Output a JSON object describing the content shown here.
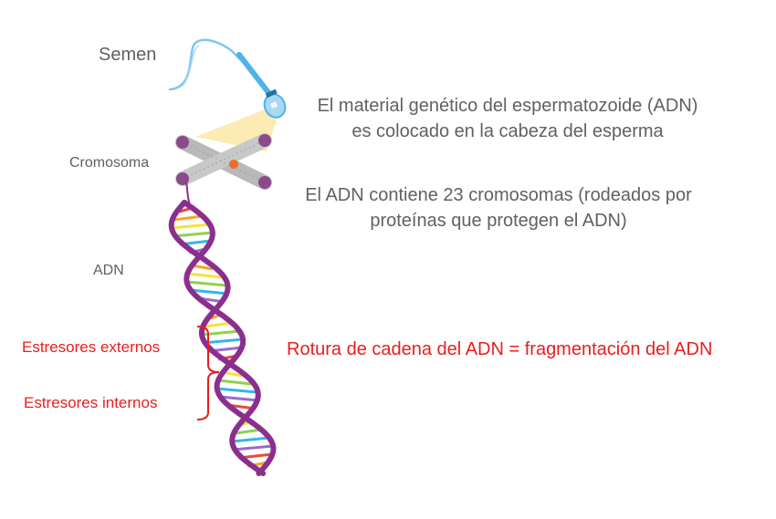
{
  "labels": {
    "semen": "Semen",
    "cromosoma": "Cromosoma",
    "adn": "ADN",
    "externos": "Estresores externos",
    "internos": "Estresores internos"
  },
  "captions": {
    "material_line1": "El material genético del espermatozoide (ADN)",
    "material_line2": "es colocado en la cabeza del esperma",
    "adn_line1": "El ADN contiene 23 cromosomas (rodeados por",
    "adn_line2": "proteínas que protegen el ADN)",
    "rotura": "Rotura de cadena del ADN = fragmentación del ADN"
  },
  "colors": {
    "text_gray": "#616161",
    "accent_red": "#e81e1e",
    "sperm_blue": "#4fb3e8",
    "chromosome_gray": "#b9b9b9",
    "chromosome_tip": "#8a4a8c",
    "dna_strand": "#8b2f8f",
    "highlight_yellow": "#fbe9a6"
  }
}
